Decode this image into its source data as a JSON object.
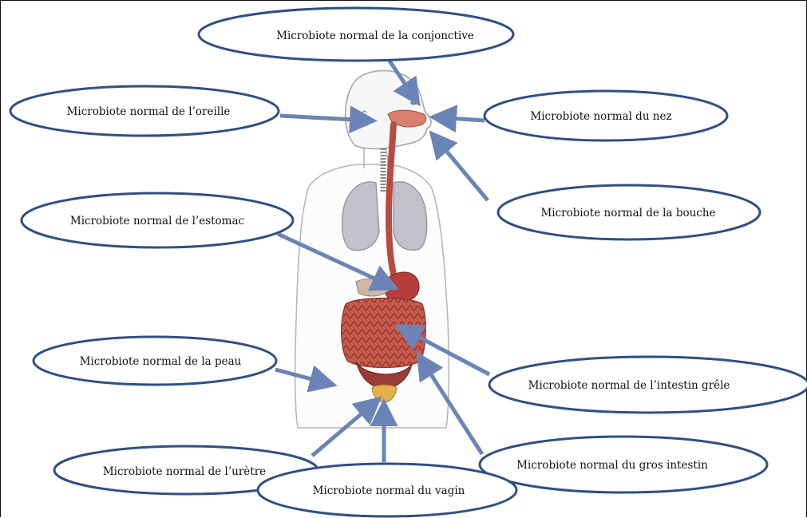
{
  "colors": {
    "ellipse_stroke": "#2f4f86",
    "arrow": "#6b84b8",
    "body_outline": "#b8b8b8",
    "lungs": "#bfbcc7",
    "digestive": "#c2574a",
    "stomach": "#b73e3a"
  },
  "labels": {
    "conjonctive": "Microbiote normal de la conjonctive",
    "oreille": "Microbiote normal de l’oreille",
    "nez": "Microbiote normal du nez",
    "bouche": "Microbiote normal de la bouche",
    "estomac": "Microbiote normal de l’estomac",
    "peau": "Microbiote normal de la peau",
    "intestin_grele": "Microbiote normal de l’intestin grêle",
    "gros_intestin": "Microbiote normal du gros intestin",
    "uretre": "Microbiote normal de l’urètre",
    "vagin": "Microbiote normal du vagin"
  }
}
